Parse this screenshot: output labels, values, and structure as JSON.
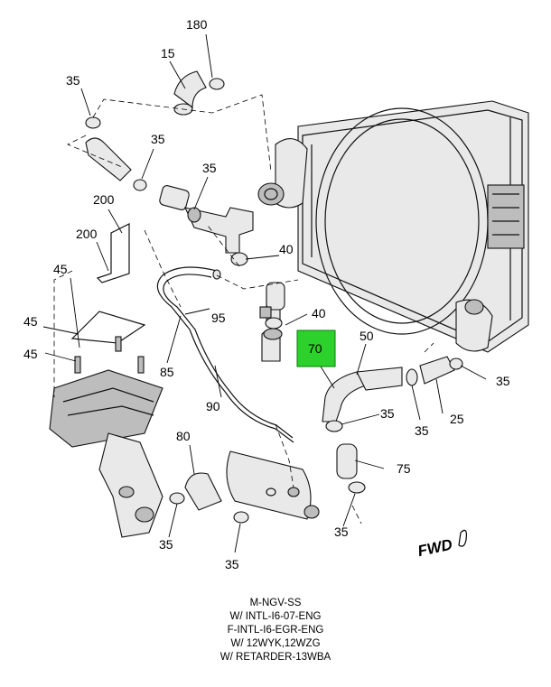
{
  "callouts": [
    {
      "label": "180"
    },
    {
      "label": "15"
    },
    {
      "label": "35"
    },
    {
      "label": "35"
    },
    {
      "label": "35"
    },
    {
      "label": "200"
    },
    {
      "label": "200"
    },
    {
      "label": "40"
    },
    {
      "label": "45"
    },
    {
      "label": "45"
    },
    {
      "label": "45"
    },
    {
      "label": "95"
    },
    {
      "label": "40"
    },
    {
      "label": "70"
    },
    {
      "label": "50"
    },
    {
      "label": "35"
    },
    {
      "label": "85"
    },
    {
      "label": "90"
    },
    {
      "label": "35"
    },
    {
      "label": "35"
    },
    {
      "label": "25"
    },
    {
      "label": "80"
    },
    {
      "label": "75"
    },
    {
      "label": "35"
    },
    {
      "label": "35"
    },
    {
      "label": "35"
    }
  ],
  "fwd_label": "FWD",
  "highlight_color": "#2cd12c",
  "notes": [
    "M-NGV-SS",
    "W/ INTL-I6-07-ENG",
    "F-INTL-I6-EGR-ENG",
    "W/ 12WYK,12WZG",
    "W/ RETARDER-13WBA"
  ]
}
